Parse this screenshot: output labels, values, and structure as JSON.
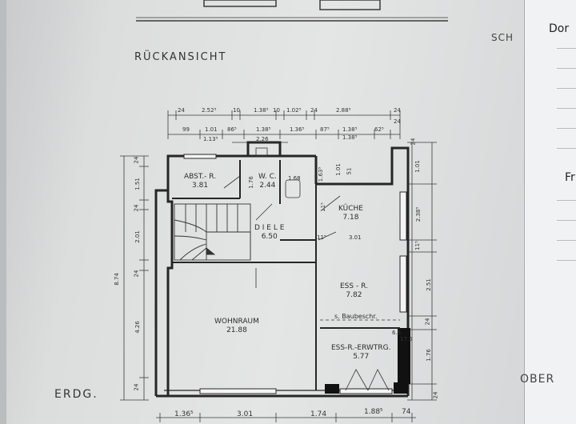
{
  "labels": {
    "view_title": "RÜCKANSICHT",
    "floor_label": "ERDG.",
    "right_edge_top": "SCH",
    "right_edge_bottom": "OBER",
    "next_sheet_top": "Dor",
    "next_sheet_mid": "Fr"
  },
  "rooms": [
    {
      "name": "ABST.- R.",
      "area": "3.81"
    },
    {
      "name": "W. C.",
      "area": "2.44"
    },
    {
      "name": "KÜCHE",
      "area": "7.18"
    },
    {
      "name": "D I E L E",
      "area": "6.50"
    },
    {
      "name": "ESS - R.",
      "area": "7.82"
    },
    {
      "name": "WOHNRAUM",
      "area": "21.88"
    },
    {
      "name": "ESS-R.-ERWTRG.",
      "area": "5.77"
    }
  ],
  "annotations": {
    "note": "s. Baubeschr.",
    "small_room_area": "1.68"
  },
  "dimensions": {
    "top_row1": [
      "24",
      "2.52⁵",
      "10",
      "1.38⁵",
      "10",
      "1.02⁵",
      "24",
      "2.88⁵",
      "24"
    ],
    "top_row2": [
      "99",
      "1.01",
      "86⁵",
      "1.38⁵",
      "1.36⁵",
      "87⁵",
      "1.38⁵",
      "62⁵",
      "24"
    ],
    "top_row3": [
      "1.13⁵",
      "2.26",
      "1.38⁵"
    ],
    "left_column": [
      "24",
      "1.51",
      "24",
      "2.01",
      "24",
      "4.26",
      "24"
    ],
    "left_total": "8.74",
    "right_column": [
      "24",
      "1.01",
      "2.38⁵",
      "11⁵",
      "2.51",
      "24",
      "1.76",
      "24"
    ],
    "inner": [
      "1.76",
      "1.63⁵",
      "1.01",
      "51",
      "11⁵",
      "3.01",
      "11⁵",
      "6.5",
      "17.5"
    ],
    "bottom_row": [
      "1.36⁵",
      "3.01",
      "1.74",
      "1.88⁵",
      "74"
    ]
  }
}
